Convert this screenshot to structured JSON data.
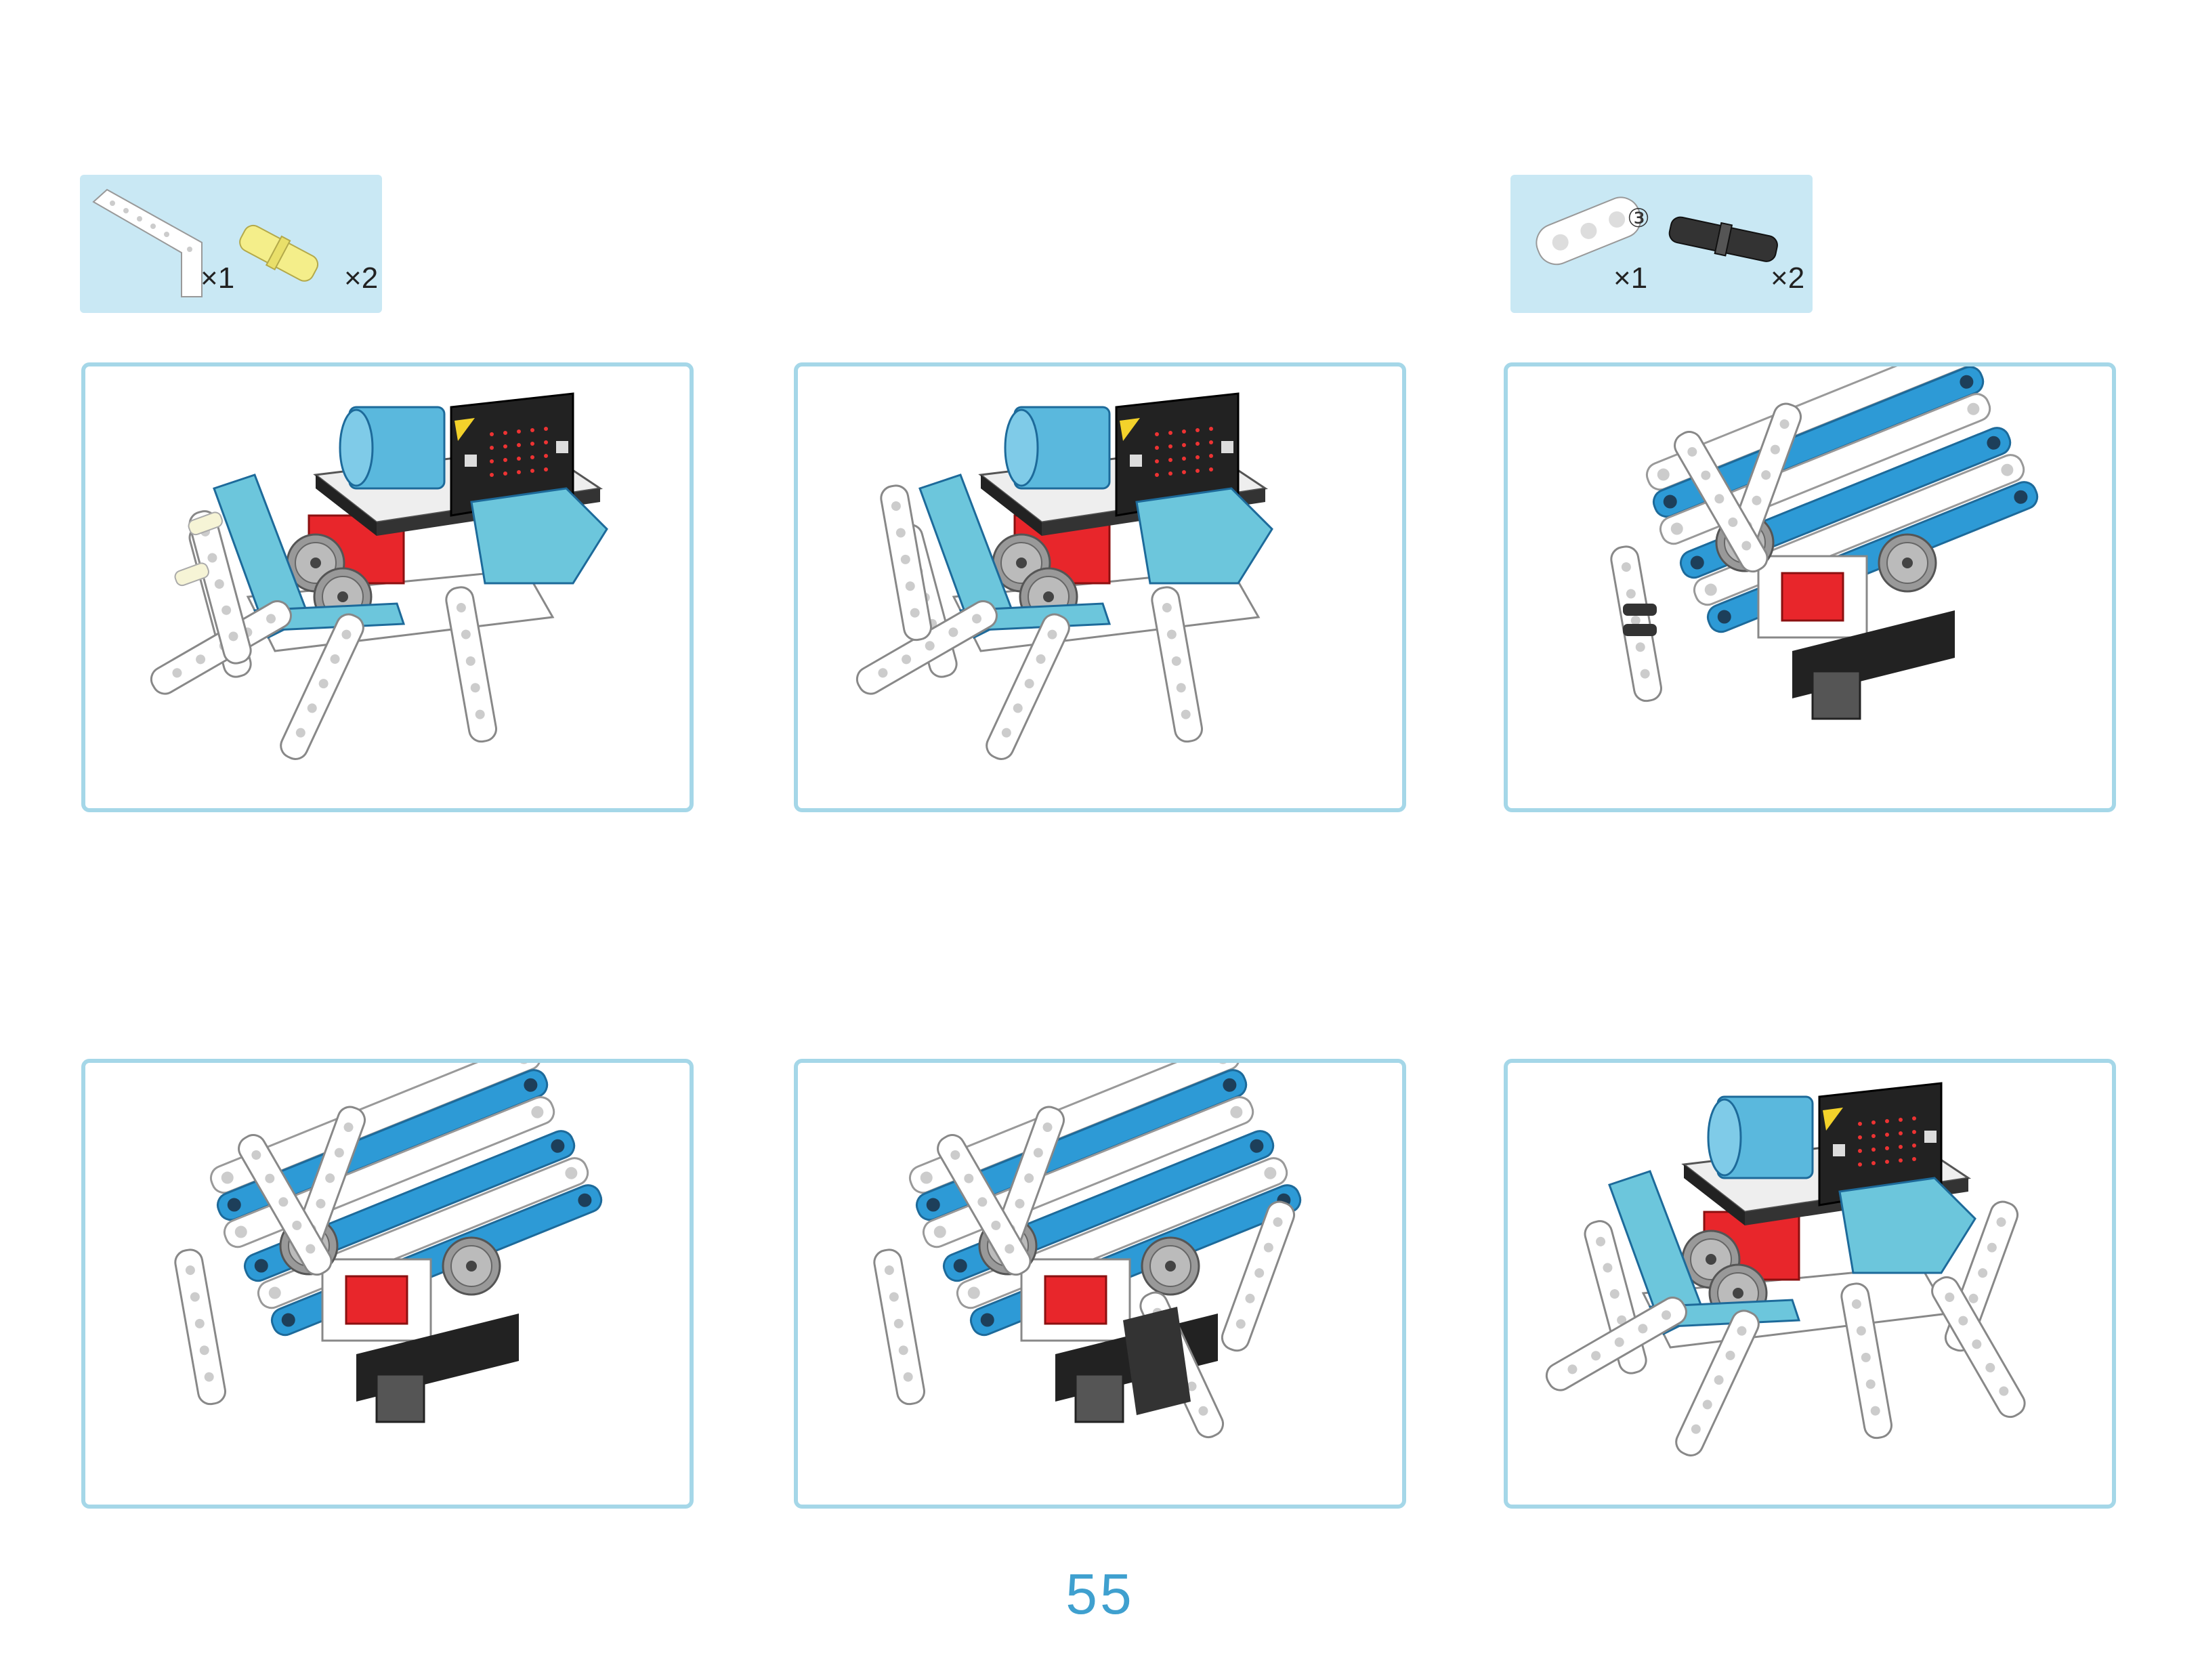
{
  "parts_lists": [
    {
      "items": [
        {
          "part": "white-l-beam",
          "quantity": "×1"
        },
        {
          "part": "yellow-connector-pin",
          "quantity": "×2"
        }
      ]
    },
    {
      "marker": "③",
      "items": [
        {
          "part": "white-short-beam",
          "quantity": "×1"
        },
        {
          "part": "black-connector-pin",
          "quantity": "×2"
        }
      ]
    }
  ],
  "steps": [
    {
      "icon": "robot-assembly-front-open"
    },
    {
      "icon": "robot-assembly-front-closed"
    },
    {
      "icon": "robot-assembly-bottom-pins"
    },
    {
      "icon": "robot-assembly-bottom"
    },
    {
      "icon": "robot-assembly-bottom-legs"
    },
    {
      "icon": "robot-assembly-complete"
    }
  ],
  "colors": {
    "frame_border": "#a5d7e8",
    "parts_bg": "#c9e8f4",
    "page_number": "#3fa0cf",
    "blue_beam": "#2d9ad6",
    "cyan_part": "#6cc6dc",
    "red_servo": "#e8262b"
  },
  "page_number": "55"
}
